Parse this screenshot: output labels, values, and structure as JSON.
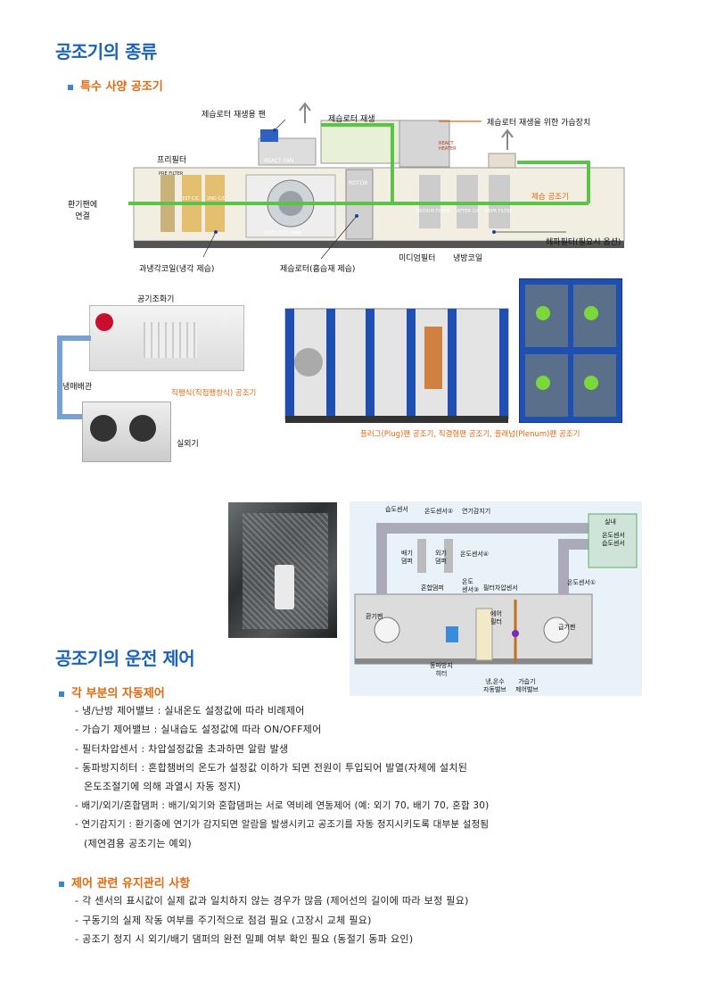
{
  "sections": {
    "types_title": "공조기의 종류",
    "special_title": "특수 사양 공조기",
    "control_title": "공조기의 운전 제어",
    "auto_title": "각 부분의 자동제어",
    "maint_title": "제어 관련 유지관리 사항"
  },
  "special_diagram": {
    "labels": {
      "regen_fan": "제습로터 재생용 팬",
      "regen": "제습로터 재생",
      "humidifier": "제습로터 재생을 위한 가습장치",
      "prefilter": "프리필터",
      "vent_connect": "환기팬에\n연결",
      "dehum_ahu": "제습 공조기",
      "hepa": "헤파필터(필요시 옵션)",
      "medium_filter": "미디엄필터",
      "cooling_coil": "냉방코일",
      "overcool_coil": "과냉각코일(냉각 제습)",
      "rotor": "제습로터(흡습재 제습)"
    },
    "plates": {
      "react_fan": "REACT FAN",
      "rotor": "ROTOR",
      "process_fan": "PROCESS FAN",
      "react_heater": "REACT HEATER",
      "first_cc": "1ST C/C",
      "second_cc": "2ND C/C",
      "medium_filter": "MEDIUM FILTER",
      "after_cc": "AFTER C/C",
      "hepa_filter": "HEPA FILTER",
      "pre_filter": "PRE FILTER"
    }
  },
  "unit_photos": {
    "ahu": "공기조화기",
    "refrigerant_pipe": "냉매배관",
    "direct_expansion": "직팽식(직접팽창식) 공조기",
    "outdoor_unit": "실외기",
    "plug_fan_caption": "플러그(Plug)팬 공조기, 직결형팬 공조기, 플래넘(Plenum)팬 공조기"
  },
  "control_diagram": {
    "humidity_sensor": "습도센서",
    "temp_sensor_2": "온도센서②",
    "smoke_detector": "연기감지기",
    "room": "실내",
    "room_sensors": "온도센서\n습도센서",
    "exhaust_damper": "배기\n댐퍼",
    "outdoor_damper": "외기\n댐퍼",
    "temp_sensor_4": "온도센서④",
    "temp_sensor_1": "온도센서①",
    "mix_damper": "혼합댐퍼",
    "temp_sensor_3": "온도\n센서③",
    "filter_dp": "필터차압센서",
    "return_fan": "환기팬",
    "air_filter": "에어\n필터",
    "supply_fan": "급기팬",
    "antifreeze_heater": "동파방지\n히터",
    "hot_cold_valve": "냉,온수\n자동밸브",
    "humidifier_valve": "가습기\n제어밸브"
  },
  "auto_items": [
    "- 냉/난방 제어밸브 : 실내온도 설정값에 따라 비례제어",
    "- 가습기 제어밸브 : 실내습도 설정값에 따라 ON/OFF제어",
    "- 필터차압센서 : 차압설정값을 초과하면 알람 발생",
    "- 동파방지히터 : 혼합챔버의 온도가 설정값 이하가 되면 전원이 투입되어 발열(자체에 설치된",
    "온도조절기에 의해 과열시 자동 정지)",
    "- 배기/외기/혼합댐퍼 : 배기/외기와 혼합댐퍼는 서로 역비례 연동제어 (예: 외기 70, 배기 70, 혼합 30)",
    "- 연기감지기 : 환기중에 연기가 감지되면 알람을 발생시키고 공조기를 자동 정지시키도록 대부분 설정됨",
    "(제연겸용 공조기는 예외)"
  ],
  "maint_items": [
    "- 각 센서의 표시값이 실제 값과 일치하지 않는 경우가 많음 (제어선의 길이에 따라 보정 필요)",
    "- 구동기의 실제 작동 여부를 주기적으로 점검 필요 (고장시 교체 필요)",
    "- 공조기 정지 시 외기/배기 댐퍼의 완전 밀폐 여부 확인 필요 (동절기 동파 요인)"
  ]
}
